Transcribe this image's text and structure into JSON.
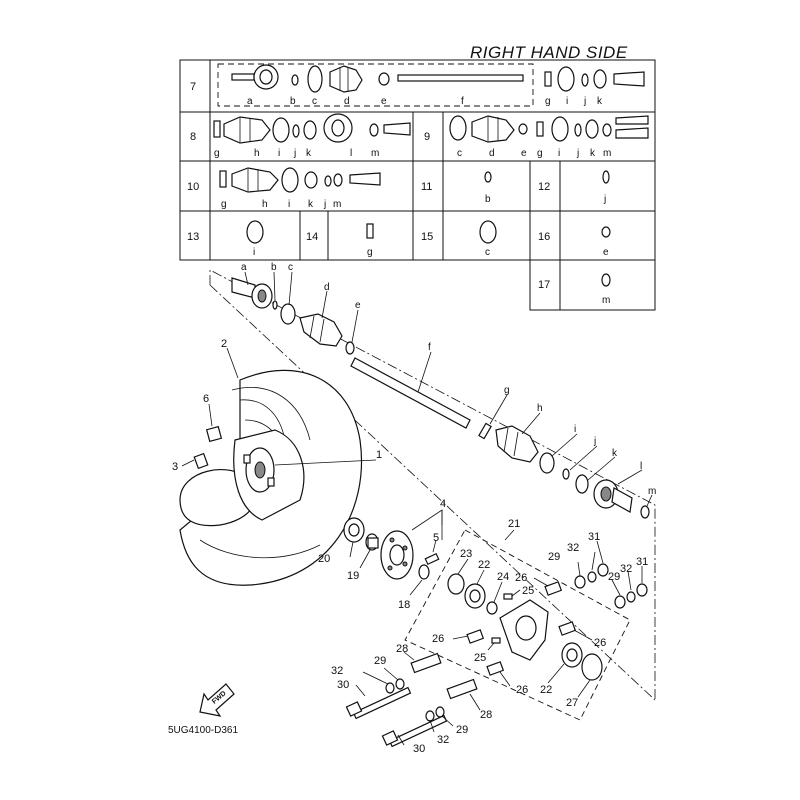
{
  "title": "RIGHT HAND SIDE",
  "diagram_code": "5UG4100-D361",
  "fwd_label": "FWD",
  "table": {
    "row7": {
      "no": "7",
      "letters": [
        "a",
        "b",
        "c",
        "d",
        "e",
        "f",
        "g",
        "i",
        "j",
        "k"
      ]
    },
    "row8": {
      "no": "8",
      "letters": [
        "g",
        "h",
        "i",
        "j",
        "k",
        "l",
        "m"
      ]
    },
    "row9": {
      "no": "9",
      "letters": [
        "c",
        "d",
        "e",
        "g",
        "i",
        "j",
        "k",
        "m"
      ]
    },
    "row10": {
      "no": "10",
      "letters": [
        "g",
        "h",
        "i",
        "k",
        "j",
        "m"
      ]
    },
    "row11": {
      "no": "11",
      "letters": [
        "b"
      ]
    },
    "row12": {
      "no": "12",
      "letters": [
        "j"
      ]
    },
    "row13": {
      "no": "13",
      "letters": [
        "i"
      ]
    },
    "row14": {
      "no": "14",
      "letters": [
        "g"
      ]
    },
    "row15": {
      "no": "15",
      "letters": [
        "c"
      ]
    },
    "row16": {
      "no": "16",
      "letters": [
        "e"
      ]
    },
    "row17": {
      "no": "17",
      "letters": [
        "m"
      ]
    }
  },
  "callouts": {
    "n1": "1",
    "n2": "2",
    "n3": "3",
    "n4": "4",
    "n5": "5",
    "n6": "6",
    "n18": "18",
    "n19": "19",
    "n20": "20",
    "n21": "21",
    "n22a": "22",
    "n22b": "22",
    "n23": "23",
    "n24": "24",
    "n25a": "25",
    "n25b": "25",
    "n26a": "26",
    "n26b": "26",
    "n26c": "26",
    "n26d": "26",
    "n27": "27",
    "n28a": "28",
    "n28b": "28",
    "n29a": "29",
    "n29b": "29",
    "n29c": "29",
    "n29d": "29",
    "n30a": "30",
    "n30b": "30",
    "n31a": "31",
    "n31b": "31",
    "n32a": "32",
    "n32b": "32",
    "n32c": "32",
    "n32d": "32"
  },
  "shaft_letters": {
    "a": "a",
    "b": "b",
    "c": "c",
    "d": "d",
    "e": "e",
    "f": "f",
    "g": "g",
    "h": "h",
    "i": "i",
    "j": "j",
    "k": "k",
    "l": "l",
    "m": "m"
  }
}
